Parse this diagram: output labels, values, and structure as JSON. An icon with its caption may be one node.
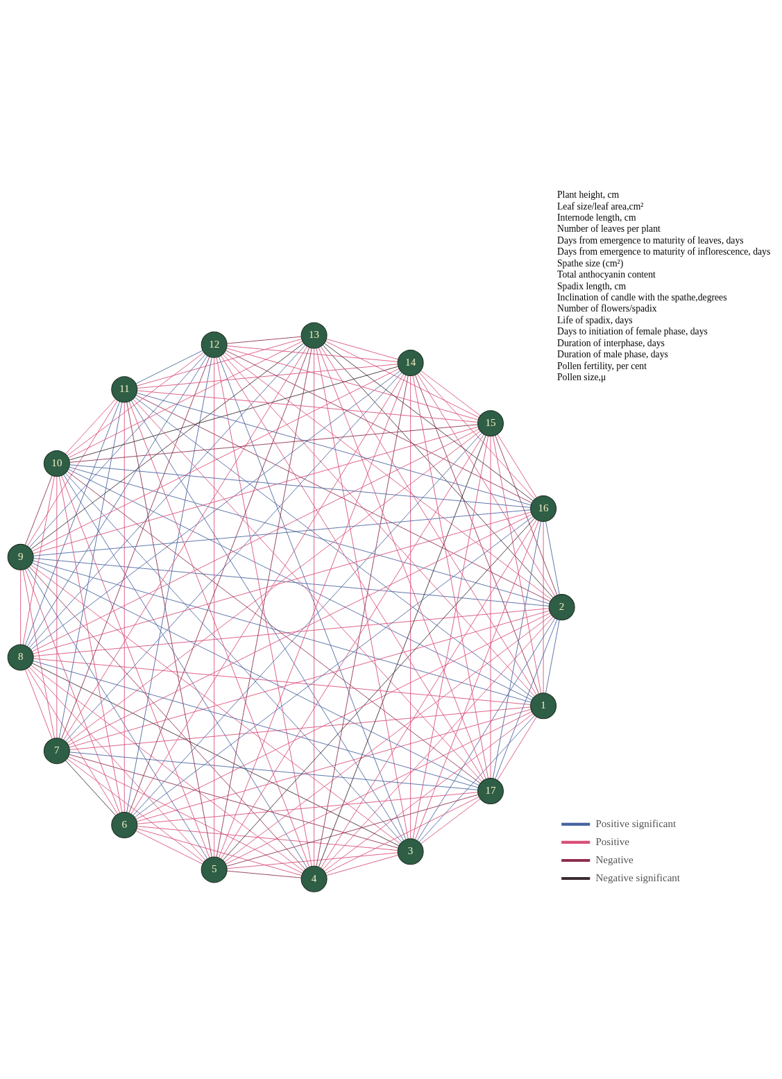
{
  "diagram": {
    "nodes": [
      {
        "text": [
          "1"
        ]
      },
      {
        "text": [
          "2"
        ]
      },
      {
        "text": [
          "3"
        ]
      },
      {
        "text": [
          "4"
        ]
      },
      {
        "text": [
          "5"
        ]
      },
      {
        "text": [
          "6"
        ]
      },
      {
        "text": [
          "7"
        ]
      },
      {
        "text": [
          "8"
        ]
      },
      {
        "text": [
          "9"
        ]
      },
      {
        "text": [
          "10"
        ]
      },
      {
        "text": [
          "11"
        ]
      },
      {
        "text": [
          "12"
        ]
      },
      {
        "text": [
          "13"
        ]
      },
      {
        "text": [
          "14"
        ]
      },
      {
        "text": [
          "15"
        ]
      },
      {
        "text": [
          "16"
        ]
      },
      {
        "text": [
          "17"
        ]
      }
    ],
    "edges": [
      {
        "from": 0,
        "to": 1,
        "arrow": "none",
        "color": "#4a64a0"
      },
      {
        "from": 0,
        "to": 2,
        "arrow": "none",
        "color": "#4a64a0"
      },
      {
        "from": 0,
        "to": 3,
        "arrow": "none"
      },
      {
        "from": 0,
        "to": 4,
        "arrow": "none"
      },
      {
        "from": 0,
        "to": 5,
        "arrow": "none"
      },
      {
        "from": 0,
        "to": 6,
        "arrow": "none"
      },
      {
        "from": 0,
        "to": 7,
        "arrow": "none"
      },
      {
        "from": 0,
        "to": 8,
        "arrow": "none",
        "color": "#4a64a0"
      },
      {
        "from": 0,
        "to": 9,
        "arrow": "none",
        "color": "#4a64a0"
      },
      {
        "from": 0,
        "to": 10,
        "arrow": "none",
        "color": "#4a64a0"
      },
      {
        "from": 0,
        "to": 11,
        "arrow": "none"
      },
      {
        "from": 0,
        "to": 12,
        "arrow": "none"
      },
      {
        "from": 0,
        "to": 13,
        "arrow": "none",
        "color": "#8e2f4f"
      },
      {
        "from": 0,
        "to": 14,
        "arrow": "none"
      },
      {
        "from": 0,
        "to": 15,
        "arrow": "none"
      },
      {
        "from": 0,
        "to": 16,
        "arrow": "none"
      },
      {
        "from": 1,
        "to": 2,
        "arrow": "none",
        "color": "#4a64a0"
      },
      {
        "from": 1,
        "to": 3,
        "arrow": "none"
      },
      {
        "from": 1,
        "to": 4,
        "arrow": "none"
      },
      {
        "from": 1,
        "to": 5,
        "arrow": "none"
      },
      {
        "from": 1,
        "to": 6,
        "arrow": "none"
      },
      {
        "from": 1,
        "to": 7,
        "arrow": "none"
      },
      {
        "from": 1,
        "to": 8,
        "arrow": "none",
        "color": "#4a64a0"
      },
      {
        "from": 1,
        "to": 9,
        "arrow": "none",
        "color": "#4a64a0"
      },
      {
        "from": 1,
        "to": 10,
        "arrow": "none",
        "color": "#8e2f4f"
      },
      {
        "from": 1,
        "to": 11,
        "arrow": "none"
      },
      {
        "from": 1,
        "to": 12,
        "arrow": "none",
        "color": "#3b2b30"
      },
      {
        "from": 1,
        "to": 13,
        "arrow": "none"
      },
      {
        "from": 1,
        "to": 14,
        "arrow": "none",
        "color": "#8e2f4f"
      },
      {
        "from": 1,
        "to": 15,
        "arrow": "none",
        "color": "#4a64a0"
      },
      {
        "from": 1,
        "to": 16,
        "arrow": "none",
        "color": "#4a64a0"
      },
      {
        "from": 2,
        "to": 3,
        "arrow": "none"
      },
      {
        "from": 2,
        "to": 4,
        "arrow": "none"
      },
      {
        "from": 2,
        "to": 5,
        "arrow": "none"
      },
      {
        "from": 2,
        "to": 6,
        "arrow": "none",
        "color": "#8e2f4f"
      },
      {
        "from": 2,
        "to": 7,
        "arrow": "none",
        "color": "#3b2b30"
      },
      {
        "from": 2,
        "to": 8,
        "arrow": "none"
      },
      {
        "from": 2,
        "to": 9,
        "arrow": "none",
        "color": "#4a64a0"
      },
      {
        "from": 2,
        "to": 10,
        "arrow": "none",
        "color": "#4a64a0"
      },
      {
        "from": 2,
        "to": 11,
        "arrow": "none",
        "color": "#4a64a0"
      },
      {
        "from": 2,
        "to": 12,
        "arrow": "none"
      },
      {
        "from": 2,
        "to": 13,
        "arrow": "none"
      },
      {
        "from": 2,
        "to": 14,
        "arrow": "none"
      },
      {
        "from": 2,
        "to": 15,
        "arrow": "none"
      },
      {
        "from": 2,
        "to": 16,
        "arrow": "none"
      },
      {
        "from": 3,
        "to": 4,
        "arrow": "none",
        "color": "#8e2f4f"
      },
      {
        "from": 3,
        "to": 5,
        "arrow": "none"
      },
      {
        "from": 3,
        "to": 6,
        "arrow": "none"
      },
      {
        "from": 3,
        "to": 7,
        "arrow": "none"
      },
      {
        "from": 3,
        "to": 8,
        "arrow": "none",
        "color": "#8e2f4f"
      },
      {
        "from": 3,
        "to": 9,
        "arrow": "none",
        "color": "#4a64a0"
      },
      {
        "from": 3,
        "to": 10,
        "arrow": "none"
      },
      {
        "from": 3,
        "to": 11,
        "arrow": "none"
      },
      {
        "from": 3,
        "to": 12,
        "arrow": "none"
      },
      {
        "from": 3,
        "to": 13,
        "arrow": "none",
        "color": "#8e2f4f"
      },
      {
        "from": 3,
        "to": 14,
        "arrow": "none",
        "color": "#3b2b30"
      },
      {
        "from": 3,
        "to": 15,
        "arrow": "none"
      },
      {
        "from": 3,
        "to": 16,
        "arrow": "none"
      },
      {
        "from": 4,
        "to": 5,
        "arrow": "none"
      },
      {
        "from": 4,
        "to": 6,
        "arrow": "none"
      },
      {
        "from": 4,
        "to": 7,
        "arrow": "none"
      },
      {
        "from": 4,
        "to": 8,
        "arrow": "none",
        "color": "#4a64a0"
      },
      {
        "from": 4,
        "to": 9,
        "arrow": "none"
      },
      {
        "from": 4,
        "to": 10,
        "arrow": "none",
        "color": "#8e2f4f"
      },
      {
        "from": 4,
        "to": 11,
        "arrow": "none"
      },
      {
        "from": 4,
        "to": 12,
        "arrow": "none",
        "color": "#8e2f4f"
      },
      {
        "from": 4,
        "to": 13,
        "arrow": "none"
      },
      {
        "from": 4,
        "to": 14,
        "arrow": "none"
      },
      {
        "from": 4,
        "to": 15,
        "arrow": "none",
        "color": "#3b2b30"
      },
      {
        "from": 4,
        "to": 16,
        "arrow": "none",
        "color": "#8e2f4f"
      },
      {
        "from": 5,
        "to": 6,
        "arrow": "none",
        "color": "#3b2b30"
      },
      {
        "from": 5,
        "to": 7,
        "arrow": "none"
      },
      {
        "from": 5,
        "to": 8,
        "arrow": "none"
      },
      {
        "from": 5,
        "to": 9,
        "arrow": "none"
      },
      {
        "from": 5,
        "to": 10,
        "arrow": "none"
      },
      {
        "from": 5,
        "to": 11,
        "arrow": "none",
        "color": "#4a64a0"
      },
      {
        "from": 5,
        "to": 12,
        "arrow": "none",
        "color": "#8e2f4f"
      },
      {
        "from": 5,
        "to": 13,
        "arrow": "none"
      },
      {
        "from": 5,
        "to": 14,
        "arrow": "none",
        "color": "#4a64a0"
      },
      {
        "from": 5,
        "to": 15,
        "arrow": "none",
        "color": "#4a64a0"
      },
      {
        "from": 5,
        "to": 16,
        "arrow": "none"
      },
      {
        "from": 6,
        "to": 7,
        "arrow": "none"
      },
      {
        "from": 6,
        "to": 8,
        "arrow": "none"
      },
      {
        "from": 6,
        "to": 9,
        "arrow": "none"
      },
      {
        "from": 6,
        "to": 10,
        "arrow": "none",
        "color": "#4a64a0"
      },
      {
        "from": 6,
        "to": 11,
        "arrow": "none",
        "color": "#8e2f4f"
      },
      {
        "from": 6,
        "to": 12,
        "arrow": "none"
      },
      {
        "from": 6,
        "to": 13,
        "arrow": "none",
        "color": "#4a64a0"
      },
      {
        "from": 6,
        "to": 14,
        "arrow": "none"
      },
      {
        "from": 6,
        "to": 15,
        "arrow": "none"
      },
      {
        "from": 6,
        "to": 16,
        "arrow": "none",
        "color": "#4a64a0"
      },
      {
        "from": 7,
        "to": 8,
        "arrow": "none"
      },
      {
        "from": 7,
        "to": 9,
        "arrow": "none"
      },
      {
        "from": 7,
        "to": 10,
        "arrow": "none",
        "color": "#4a64a0"
      },
      {
        "from": 7,
        "to": 11,
        "arrow": "none",
        "color": "#4a64a0"
      },
      {
        "from": 7,
        "to": 12,
        "arrow": "none",
        "color": "#4a64a0"
      },
      {
        "from": 7,
        "to": 13,
        "arrow": "none",
        "color": "#4a64a0"
      },
      {
        "from": 7,
        "to": 14,
        "arrow": "none"
      },
      {
        "from": 7,
        "to": 15,
        "arrow": "none"
      },
      {
        "from": 7,
        "to": 16,
        "arrow": "none",
        "color": "#4a64a0"
      },
      {
        "from": 8,
        "to": 9,
        "arrow": "none",
        "color": "#8e2f4f"
      },
      {
        "from": 8,
        "to": 10,
        "arrow": "none"
      },
      {
        "from": 8,
        "to": 11,
        "arrow": "none",
        "color": "#4a64a0"
      },
      {
        "from": 8,
        "to": 12,
        "arrow": "none",
        "color": "#3b2b30"
      },
      {
        "from": 8,
        "to": 13,
        "arrow": "none"
      },
      {
        "from": 8,
        "to": 14,
        "arrow": "none"
      },
      {
        "from": 8,
        "to": 15,
        "arrow": "none",
        "color": "#4a64a0"
      },
      {
        "from": 8,
        "to": 16,
        "arrow": "none",
        "color": "#4a64a0"
      },
      {
        "from": 9,
        "to": 10,
        "arrow": "none"
      },
      {
        "from": 9,
        "to": 11,
        "arrow": "none"
      },
      {
        "from": 9,
        "to": 12,
        "arrow": "none"
      },
      {
        "from": 9,
        "to": 13,
        "arrow": "none",
        "color": "#3b2b30"
      },
      {
        "from": 9,
        "to": 14,
        "arrow": "none",
        "color": "#8e2f4f"
      },
      {
        "from": 9,
        "to": 15,
        "arrow": "none",
        "color": "#4a64a0"
      },
      {
        "from": 9,
        "to": 16,
        "arrow": "none",
        "color": "#8e2f4f"
      },
      {
        "from": 10,
        "to": 11,
        "arrow": "none",
        "color": "#4a64a0"
      },
      {
        "from": 10,
        "to": 12,
        "arrow": "none"
      },
      {
        "from": 10,
        "to": 13,
        "arrow": "none"
      },
      {
        "from": 10,
        "to": 14,
        "arrow": "none"
      },
      {
        "from": 10,
        "to": 15,
        "arrow": "none",
        "color": "#4a64a0"
      },
      {
        "from": 10,
        "to": 16,
        "arrow": "none"
      },
      {
        "from": 11,
        "to": 12,
        "arrow": "none",
        "color": "#8e2f4f"
      },
      {
        "from": 11,
        "to": 13,
        "arrow": "none"
      },
      {
        "from": 11,
        "to": 14,
        "arrow": "none"
      },
      {
        "from": 11,
        "to": 15,
        "arrow": "none",
        "color": "#8e2f4f"
      },
      {
        "from": 11,
        "to": 16,
        "arrow": "none"
      },
      {
        "from": 12,
        "to": 13,
        "arrow": "none"
      },
      {
        "from": 12,
        "to": 14,
        "arrow": "none"
      },
      {
        "from": 12,
        "to": 15,
        "arrow": "none",
        "color": "#3b2b30"
      },
      {
        "from": 12,
        "to": 16,
        "arrow": "none"
      },
      {
        "from": 13,
        "to": 14,
        "arrow": "none"
      },
      {
        "from": 13,
        "to": 15,
        "arrow": "none"
      },
      {
        "from": 13,
        "to": 16,
        "arrow": "none"
      },
      {
        "from": 14,
        "to": 15,
        "arrow": "none"
      },
      {
        "from": 14,
        "to": 16,
        "arrow": "none"
      },
      {
        "from": 15,
        "to": 16,
        "arrow": "none",
        "color": "#4a64a0"
      }
    ],
    "labels": [
      "Plant height, cm",
      "Leaf size/leaf area,cm²",
      "Internode length, cm",
      "Number of leaves per plant",
      "Days from emergence to maturity of leaves, days",
      "Days from emergence to maturity of inflorescence, days",
      "Spathe size (cm²)",
      "Total anthocyanin content",
      "Spadix length, cm",
      "Inclination of candle with the spathe,degrees",
      "Number of flowers/spadix",
      "Life of spadix, days",
      "Days to initiation of female phase, days",
      "Duration of interphase, days",
      "Duration of male phase, days",
      "Pollen fertility, per cent",
      "Pollen size,μ"
    ],
    "legend": [
      {
        "text": "Positive significant",
        "color": "#4a64a0"
      },
      {
        "text": "Positive",
        "color": "#d94f7a"
      },
      {
        "text": "Negative",
        "color": "#8e2f4f"
      },
      {
        "text": "Negative significant",
        "color": "#3b2b30"
      }
    ]
  }
}
